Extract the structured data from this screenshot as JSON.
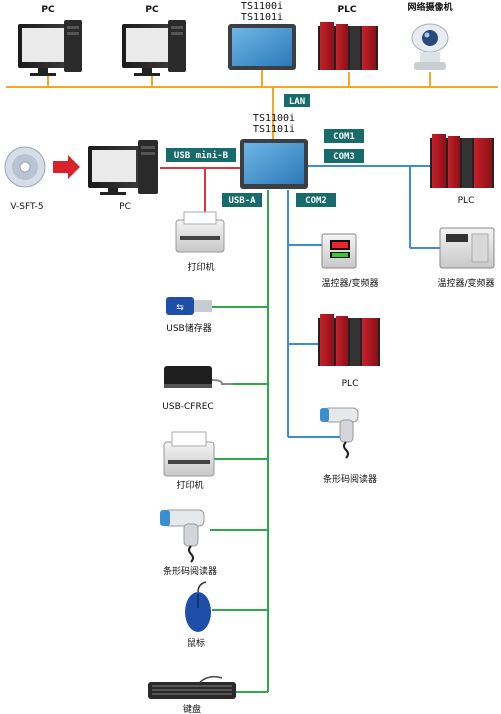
{
  "top": {
    "pc1": "PC",
    "pc2": "PC",
    "hmi_line1": "TS1100i",
    "hmi_line2": "TS1101i",
    "plc": "PLC",
    "camera": "网络摄像机"
  },
  "bus": {
    "lan": "LAN"
  },
  "center": {
    "hmi_line1": "TS1100i",
    "hmi_line2": "TS1101i",
    "com1": "COM1",
    "com3": "COM3",
    "com2": "COM2",
    "usb_mini_b": "USB mini-B",
    "usb_a": "USB-A"
  },
  "left": {
    "software": "V-SFT-5",
    "pc": "PC"
  },
  "usb_devices": {
    "printer1": "打印机",
    "usb_storage": "USB储存器",
    "usb_cfrec": "USB-CFREC",
    "printer2": "打印机",
    "barcode": "条形码阅读器",
    "mouse": "鼠标",
    "keyboard": "键盘"
  },
  "com2_devices": {
    "temp_inverter": "温控器/变频器",
    "plc": "PLC",
    "barcode": "条形码阅读器"
  },
  "com1_devices": {
    "plc": "PLC",
    "temp_inverter": "温控器/变频器"
  },
  "colors": {
    "lan": "#f5a623",
    "usb_mini_b": "#d9363e",
    "usb_a": "#2ea84a",
    "com": "#3a8fd1",
    "tag_bg": "#176b6b"
  }
}
